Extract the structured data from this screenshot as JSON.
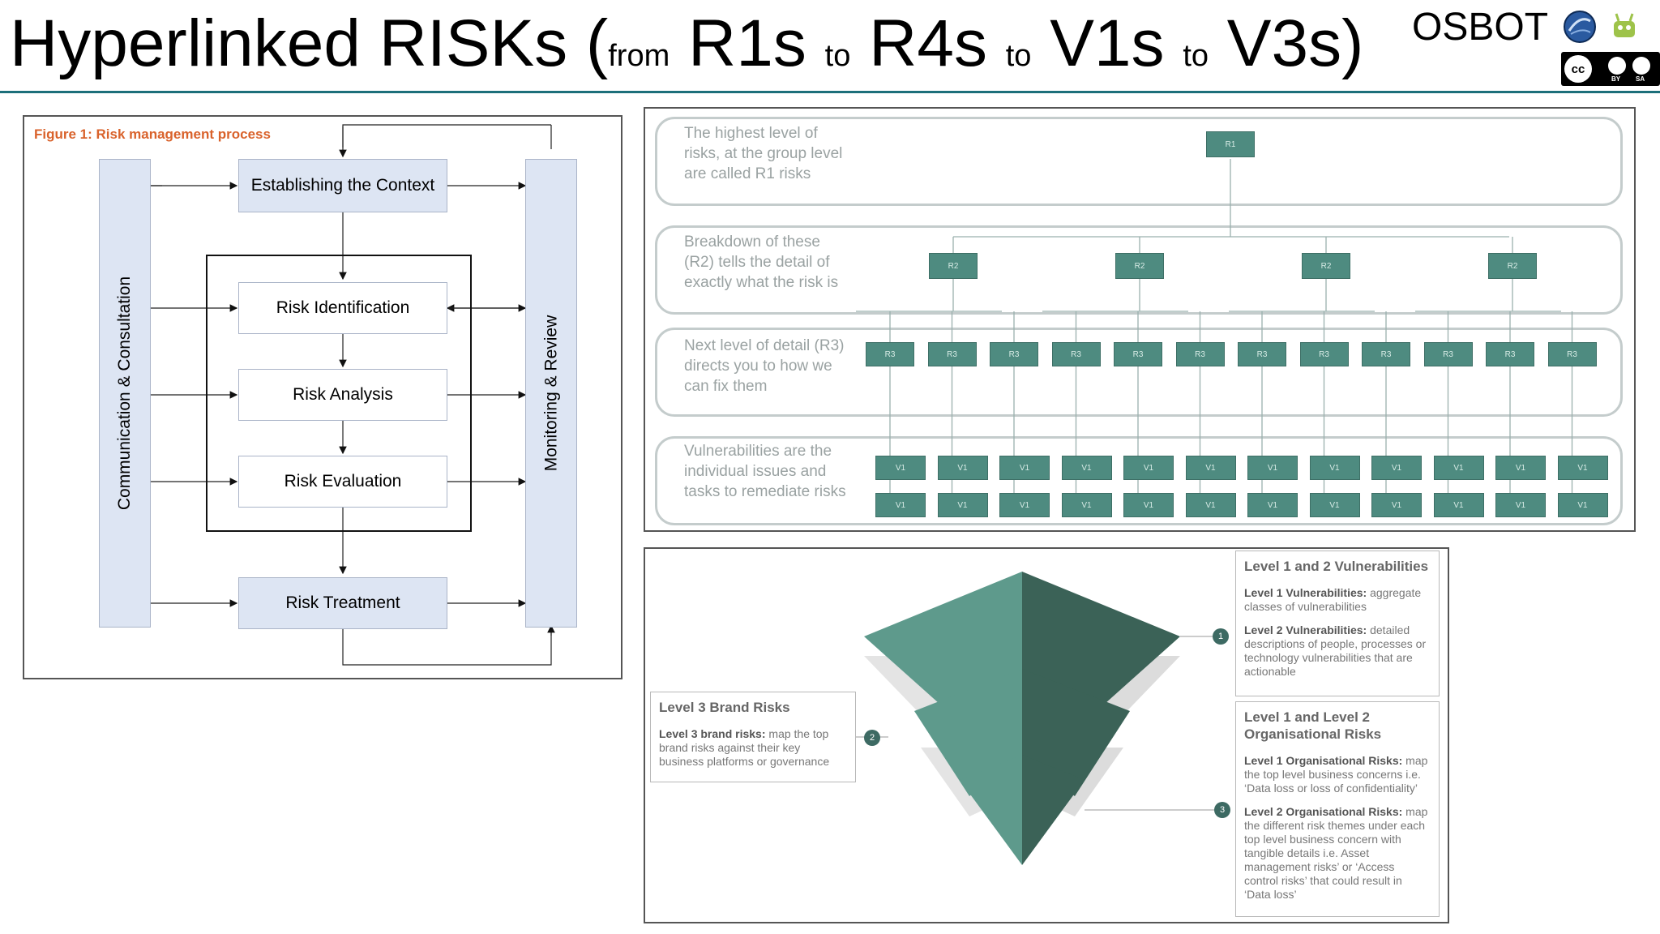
{
  "header": {
    "title_main": "Hyperlinked RISKs (",
    "title_from": "from",
    "title_r1": " R1s ",
    "title_to1": "to",
    "title_r4": " R4s ",
    "title_to2": "to",
    "title_v1": " V1s ",
    "title_to3": "to",
    "title_v3": " V3s)",
    "brand": "OSBOT",
    "license_by": "BY",
    "license_sa": "SA",
    "license_cc": "cc"
  },
  "figure1": {
    "caption": "Figure 1: Risk management process",
    "left_bar": "Communication & Consultation",
    "right_bar": "Monitoring & Review",
    "steps": [
      "Establishing the Context",
      "Risk Identification",
      "Risk Analysis",
      "Risk Evaluation",
      "Risk Treatment"
    ]
  },
  "hierarchy": {
    "rows": [
      {
        "text": "The highest level of risks, at the group level are called R1 risks"
      },
      {
        "text": "Breakdown of these (R2) tells the detail of exactly what the risk is"
      },
      {
        "text": "Next level of detail (R3) directs you to how we can fix them"
      },
      {
        "text": "Vulnerabilities are the individual issues and tasks to remediate risks"
      }
    ],
    "r1": "R1",
    "r2": [
      "R2",
      "R2",
      "R2",
      "R2"
    ],
    "r3": [
      "R3",
      "R3",
      "R3",
      "R3",
      "R3",
      "R3",
      "R3",
      "R3",
      "R3",
      "R3",
      "R3",
      "R3"
    ],
    "v1_top": [
      "V1",
      "V1",
      "V1",
      "V1",
      "V1",
      "V1",
      "V1",
      "V1",
      "V1",
      "V1",
      "V1",
      "V1"
    ],
    "v1_bottom": [
      "V1",
      "V1",
      "V1",
      "V1",
      "V1",
      "V1",
      "V1",
      "V1",
      "V1",
      "V1",
      "V1",
      "V1"
    ]
  },
  "pyramid": {
    "colors": {
      "light": "#5e9a8c",
      "dark": "#3b6257",
      "gap": "#e4e4e4"
    },
    "box1": {
      "heading": "Level 1 and 2 Vulnerabilities",
      "p1_bold": "Level 1 Vulnerabilities:",
      "p1_text": " aggregate classes of vulnerabilities",
      "p2_bold": "Level 2 Vulnerabilities:",
      "p2_text": " detailed descriptions of people, processes or technology vulnerabilities that are actionable"
    },
    "box2": {
      "heading": "Level 3 Brand Risks",
      "p1_bold": "Level 3 brand risks:",
      "p1_text": " map the top brand risks against their key business platforms or governance"
    },
    "box3": {
      "heading": "Level 1 and Level 2 Organisational Risks",
      "p1_bold": "Level 1 Organisational Risks:",
      "p1_text": " map the top level business concerns i.e. ‘Data loss or loss of confidentiality’",
      "p2_bold": "Level 2 Organisational Risks:",
      "p2_text": " map the different risk themes under each top level business concern with tangible details i.e. Asset management risks’ or ‘Access control risks’ that could result in ‘Data loss’"
    },
    "badges": [
      "1",
      "2",
      "3"
    ]
  }
}
